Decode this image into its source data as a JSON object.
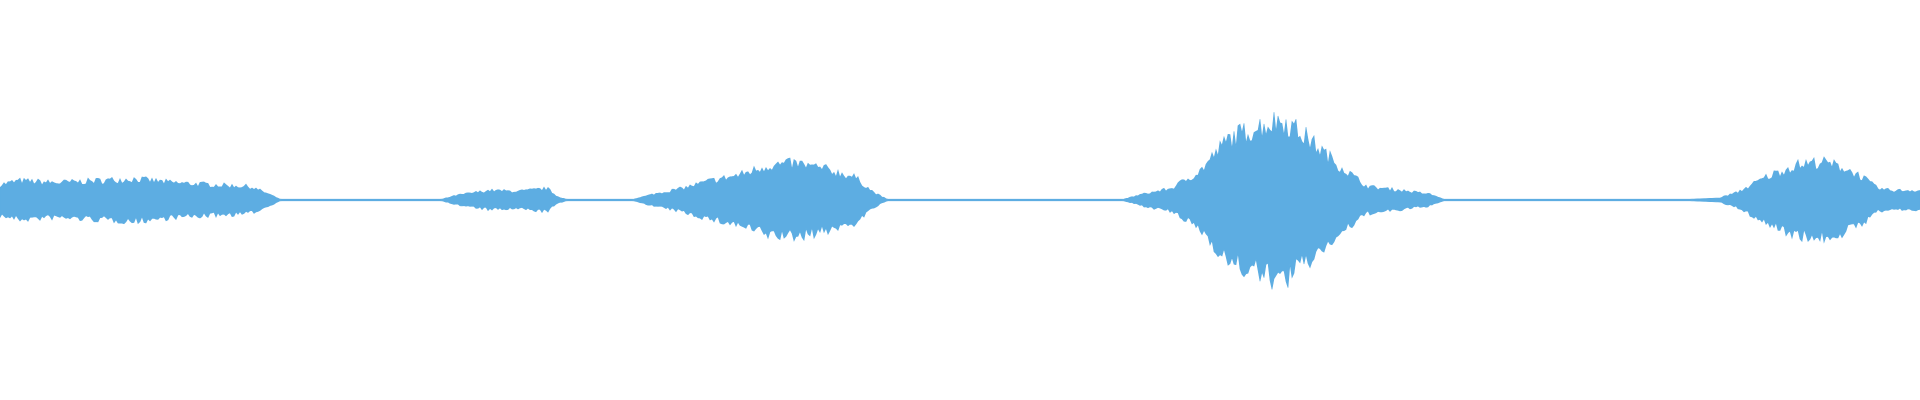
{
  "waveform": {
    "color": "#5dade2",
    "background": "#ffffff",
    "duration_s": 1,
    "envelope": [
      [
        0.0,
        0.08
      ],
      [
        0.01,
        0.1
      ],
      [
        0.03,
        0.09
      ],
      [
        0.05,
        0.1
      ],
      [
        0.07,
        0.11
      ],
      [
        0.09,
        0.09
      ],
      [
        0.11,
        0.08
      ],
      [
        0.13,
        0.07
      ],
      [
        0.138,
        0.04
      ],
      [
        0.146,
        0.004
      ],
      [
        0.23,
        0.004
      ],
      [
        0.238,
        0.025
      ],
      [
        0.255,
        0.05
      ],
      [
        0.27,
        0.045
      ],
      [
        0.285,
        0.06
      ],
      [
        0.29,
        0.02
      ],
      [
        0.295,
        0.004
      ],
      [
        0.33,
        0.004
      ],
      [
        0.34,
        0.03
      ],
      [
        0.355,
        0.06
      ],
      [
        0.37,
        0.1
      ],
      [
        0.385,
        0.13
      ],
      [
        0.4,
        0.18
      ],
      [
        0.415,
        0.19
      ],
      [
        0.43,
        0.16
      ],
      [
        0.445,
        0.12
      ],
      [
        0.455,
        0.04
      ],
      [
        0.462,
        0.004
      ],
      [
        0.585,
        0.004
      ],
      [
        0.595,
        0.03
      ],
      [
        0.61,
        0.06
      ],
      [
        0.625,
        0.15
      ],
      [
        0.64,
        0.32
      ],
      [
        0.655,
        0.38
      ],
      [
        0.668,
        0.42
      ],
      [
        0.68,
        0.33
      ],
      [
        0.695,
        0.2
      ],
      [
        0.712,
        0.07
      ],
      [
        0.73,
        0.05
      ],
      [
        0.745,
        0.03
      ],
      [
        0.752,
        0.004
      ],
      [
        0.88,
        0.004
      ],
      [
        0.895,
        0.01
      ],
      [
        0.905,
        0.04
      ],
      [
        0.92,
        0.12
      ],
      [
        0.935,
        0.18
      ],
      [
        0.948,
        0.2
      ],
      [
        0.96,
        0.17
      ],
      [
        0.97,
        0.12
      ],
      [
        0.978,
        0.06
      ],
      [
        0.985,
        0.05
      ],
      [
        1.0,
        0.05
      ]
    ]
  }
}
